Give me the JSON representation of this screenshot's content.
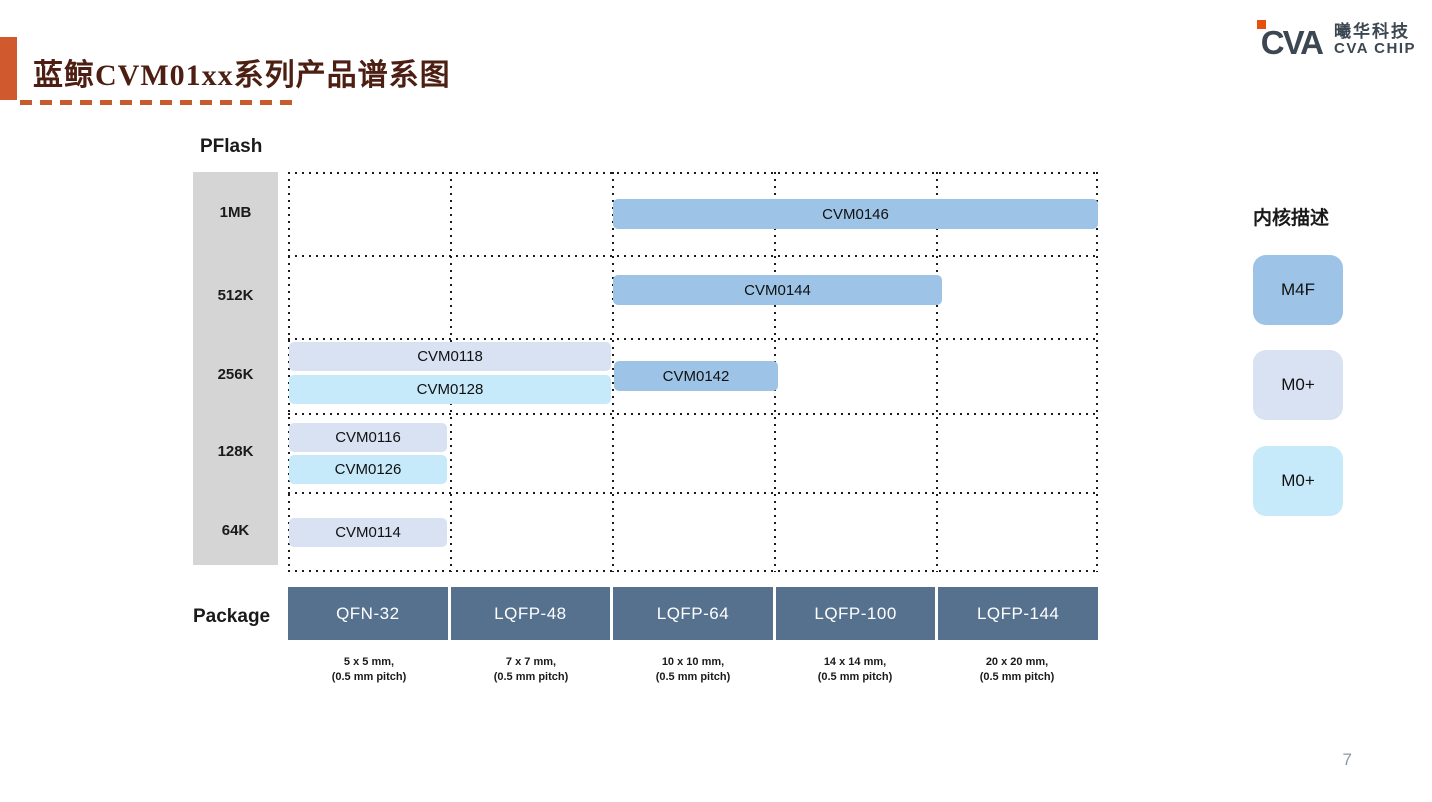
{
  "slide": {
    "title": "蓝鲸CVM01xx系列产品谱系图",
    "page_number": "7"
  },
  "logo": {
    "mark": "CVA",
    "company_cn": "曦华科技",
    "company_en": "CVA CHIP"
  },
  "colors": {
    "accent_orange": "#c75b2b",
    "accent_bar": "#d05a2e",
    "title_text": "#4d1e12",
    "m4f_blue": "#9dc3e6",
    "m0p_lavender": "#d9e2f3",
    "m0p_cyan": "#c7eafb",
    "package_box": "#56718e",
    "axis_gray": "#d5d5d5"
  },
  "chart_data": {
    "type": "table",
    "title": "蓝鲸CVM01xx系列产品谱系图",
    "y_axis": {
      "label": "PFlash",
      "categories": [
        "1MB",
        "512K",
        "256K",
        "128K",
        "64K"
      ]
    },
    "x_axis": {
      "label": "Package",
      "categories": [
        "QFN-32",
        "LQFP-48",
        "LQFP-64",
        "LQFP-100",
        "LQFP-144"
      ]
    },
    "packages": [
      {
        "label": "QFN-32",
        "size_line1": "5 x 5 mm,",
        "size_line2": "(0.5 mm pitch)"
      },
      {
        "label": "LQFP-48",
        "size_line1": "7 x 7 mm,",
        "size_line2": "(0.5 mm pitch)"
      },
      {
        "label": "LQFP-64",
        "size_line1": "10 x 10 mm,",
        "size_line2": "(0.5 mm pitch)"
      },
      {
        "label": "LQFP-100",
        "size_line1": "14 x 14 mm,",
        "size_line2": "(0.5 mm pitch)"
      },
      {
        "label": "LQFP-144",
        "size_line1": "20 x 20 mm,",
        "size_line2": "(0.5 mm pitch)"
      }
    ],
    "products": [
      {
        "name": "CVM0146",
        "pflash": "1MB",
        "packages": [
          "LQFP-64",
          "LQFP-100",
          "LQFP-144"
        ],
        "core": "M4F"
      },
      {
        "name": "CVM0144",
        "pflash": "512K",
        "packages": [
          "LQFP-64",
          "LQFP-100"
        ],
        "core": "M4F"
      },
      {
        "name": "CVM0118",
        "pflash": "256K",
        "packages": [
          "QFN-32",
          "LQFP-48"
        ],
        "core": "M0+ (lavender)"
      },
      {
        "name": "CVM0128",
        "pflash": "256K",
        "packages": [
          "QFN-32",
          "LQFP-48"
        ],
        "core": "M0+ (cyan)"
      },
      {
        "name": "CVM0142",
        "pflash": "256K",
        "packages": [
          "LQFP-64"
        ],
        "core": "M4F"
      },
      {
        "name": "CVM0116",
        "pflash": "128K",
        "packages": [
          "QFN-32"
        ],
        "core": "M0+ (lavender)"
      },
      {
        "name": "CVM0126",
        "pflash": "128K",
        "packages": [
          "QFN-32"
        ],
        "core": "M0+ (cyan)"
      },
      {
        "name": "CVM0114",
        "pflash": "64K",
        "packages": [
          "QFN-32"
        ],
        "core": "M0+ (lavender)"
      }
    ],
    "legend": {
      "title": "内核描述",
      "entries": [
        {
          "label": "M4F",
          "color": "#9dc3e6"
        },
        {
          "label": "M0+",
          "color": "#d9e2f3"
        },
        {
          "label": "M0+",
          "color": "#c7eafb"
        }
      ]
    },
    "grid": "dotted",
    "legend_position": "right"
  }
}
